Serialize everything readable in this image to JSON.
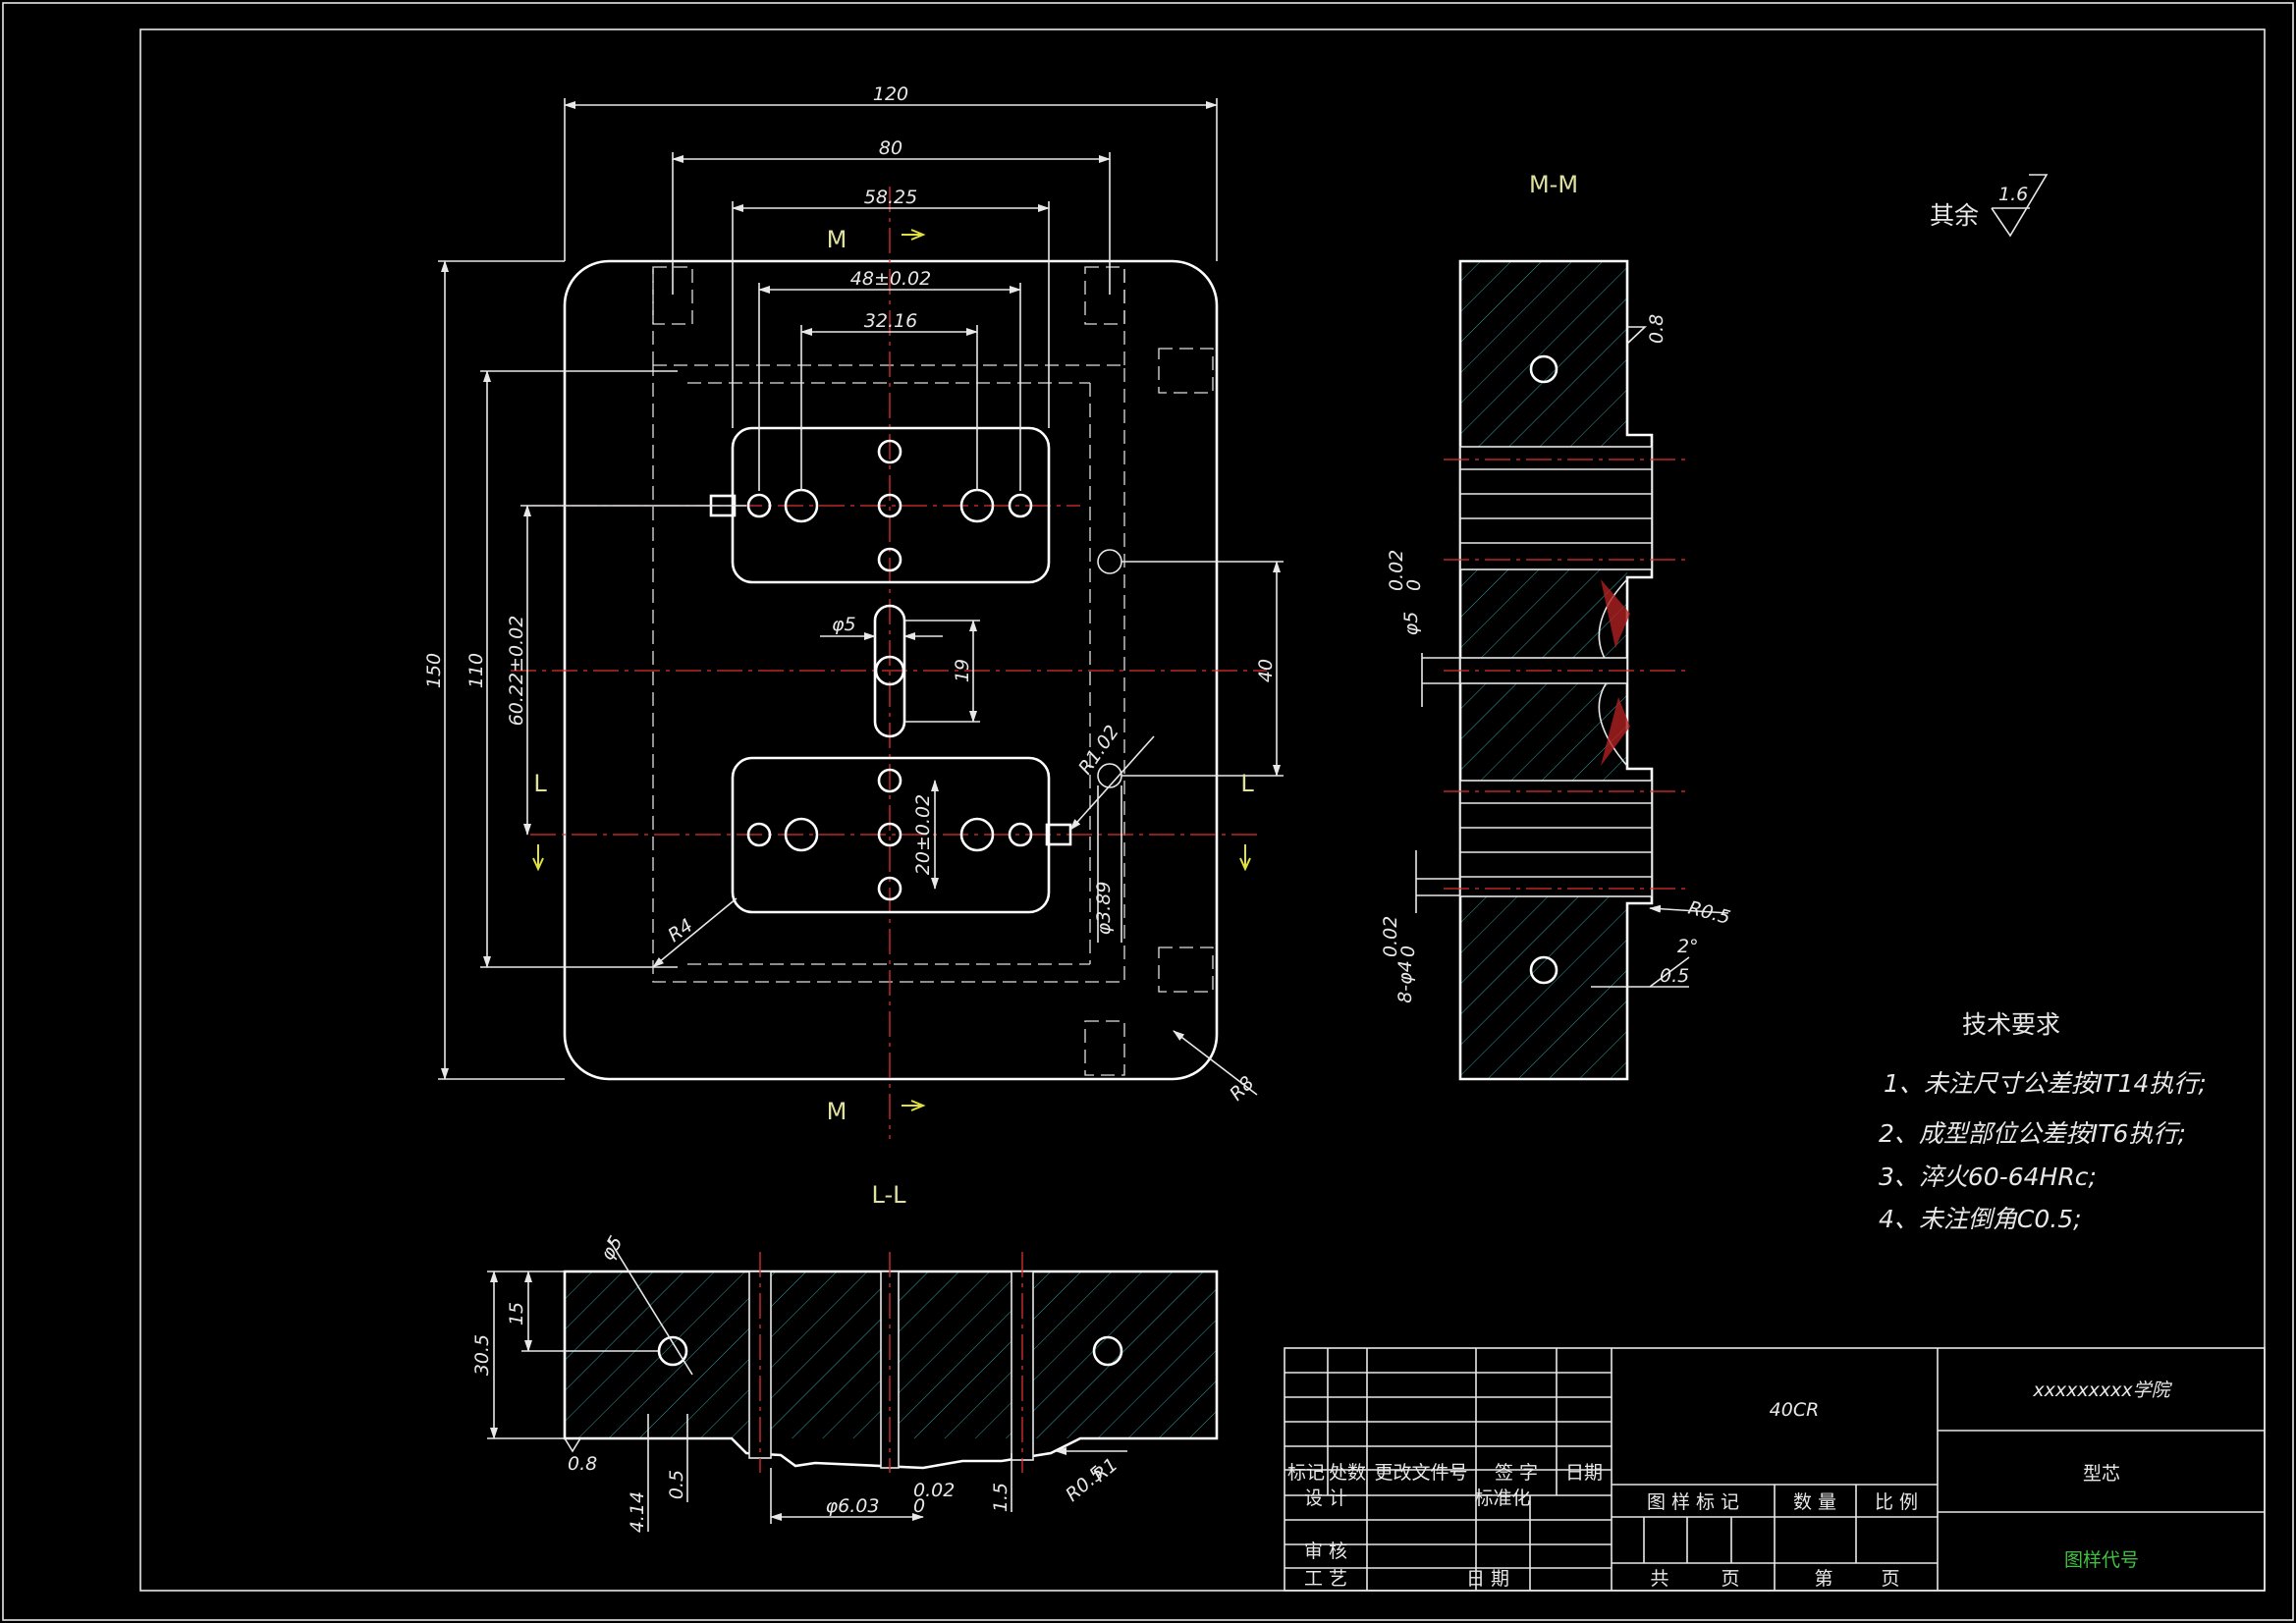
{
  "views": {
    "top": {
      "section_marks": [
        "M",
        "M",
        "L",
        "L"
      ],
      "dims": {
        "w120": "120",
        "w80": "80",
        "w5825": "58.25",
        "w48": "48±0.02",
        "w3216": "32.16",
        "h150": "150",
        "h110": "110",
        "h6022": "60.22±0.02",
        "h40": "40",
        "h19": "19",
        "d5": "φ5",
        "h20": "20±0.02",
        "d389": "φ3.89",
        "r102": "R1.02",
        "r4": "R4",
        "r8": "R8"
      }
    },
    "mm": {
      "title": "M-M",
      "dims": {
        "ra08": "0.8",
        "d5tol": "φ5",
        "d5sup": "0.02",
        "d5sub": "0",
        "d4tol": "8-φ4",
        "d4sup": "0.02",
        "d4sub": "0",
        "r05": "R0.5",
        "ang2": "2°",
        "t05": "0.5"
      }
    },
    "ll": {
      "title": "L-L",
      "dims": {
        "d5": "φ5",
        "h15": "15",
        "h305": "30.5",
        "ra08": "0.8",
        "h414": "4.14",
        "h05": "0.5",
        "d603": "φ6.03",
        "d603sup": "0.02",
        "d603sub": "0",
        "h15b": "1.5",
        "r1": "R1",
        "r05": "R0.5"
      }
    }
  },
  "surface": {
    "label": "其余",
    "value": "1.6"
  },
  "notes": {
    "title": "技术要求",
    "items": [
      "1、未注尺寸公差按IT14执行;",
      "2、成型部位公差按IT6执行;",
      "3、淬火60-64HRc;",
      "4、未注倒角C0.5;"
    ]
  },
  "title_block": {
    "material": "40CR",
    "school": "xxxxxxxxx学院",
    "part_name": "型芯",
    "drawing_code": "图样代号",
    "headers": [
      "标记",
      "处数",
      "更改文件号",
      "签 字",
      "日期"
    ],
    "design": "设 计",
    "standardize": "标准化",
    "review": "审 核",
    "process": "工 艺",
    "date": "日 期",
    "drawing_mark": "图 样 标 记",
    "quantity": "数 量",
    "ratio": "比 例",
    "total": "共",
    "page": "页",
    "sheet": "第",
    "page2": "页"
  },
  "colors": {
    "background": "#000000",
    "line": "#e8e8e8",
    "center": "#e03030",
    "hatch": "#30a0a0",
    "label": "#e0e0a0",
    "code": "#40c040",
    "arrow": "#e0e040"
  }
}
